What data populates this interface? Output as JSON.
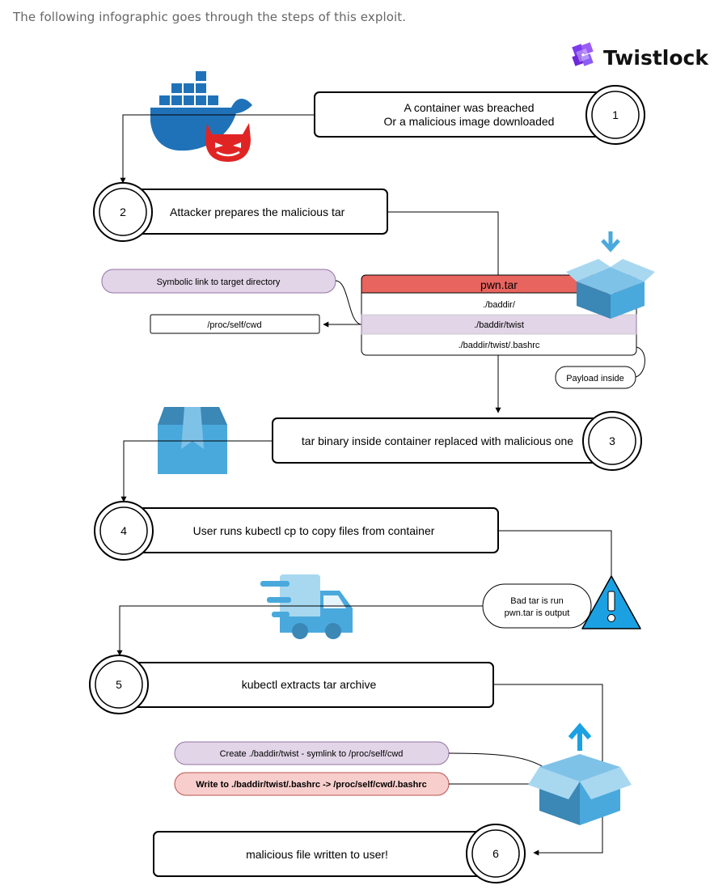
{
  "intro_text": "The following infographic goes through the steps of this exploit.",
  "brand": {
    "name": "Twistlock",
    "color": "#7c3aed"
  },
  "steps": [
    {
      "number": "1",
      "line1": "A container was breached",
      "line2": "Or a malicious image downloaded"
    },
    {
      "number": "2",
      "line1": "Attacker prepares the malicious tar"
    },
    {
      "number": "3",
      "line1": "tar binary inside container replaced with malicious one"
    },
    {
      "number": "4",
      "line1": "User runs kubectl cp to copy files from container"
    },
    {
      "number": "5",
      "line1": "kubectl extracts tar archive"
    },
    {
      "number": "6",
      "line1": "malicious file written to user!"
    }
  ],
  "tar_table": {
    "header": "pwn.tar",
    "rows": [
      "./baddir/",
      "./baddir/twist",
      "./baddir/twist/.bashrc"
    ]
  },
  "notes": {
    "symlink": "Symbolic link to target directory",
    "proc_path": "/proc/self/cwd",
    "payload": "Payload inside",
    "bad_tar_line1": "Bad tar is run",
    "bad_tar_line2": "pwn.tar is output",
    "create_symlink": "Create ./baddir/twist - symlink to /proc/self/cwd",
    "write_bashrc": "Write to ./baddir/twist/.bashrc -> /proc/self/cwd/.bashrc"
  },
  "icons": [
    "docker-whale-icon",
    "devil-face-icon",
    "package-download-icon",
    "package-icon",
    "delivery-truck-icon",
    "warning-icon",
    "package-upload-icon",
    "twistlock-logo-icon"
  ],
  "colors": {
    "docker_blue": "#2072b8",
    "devil_red": "#e02424",
    "tar_header": "#e8645f",
    "lavender": "#e1d5e7",
    "pink": "#f8cecc",
    "warning_cyan": "#1ba1e2",
    "box_light": "#7fc2e8",
    "box_mid": "#4aa9dc",
    "box_dark": "#3b87b5"
  }
}
